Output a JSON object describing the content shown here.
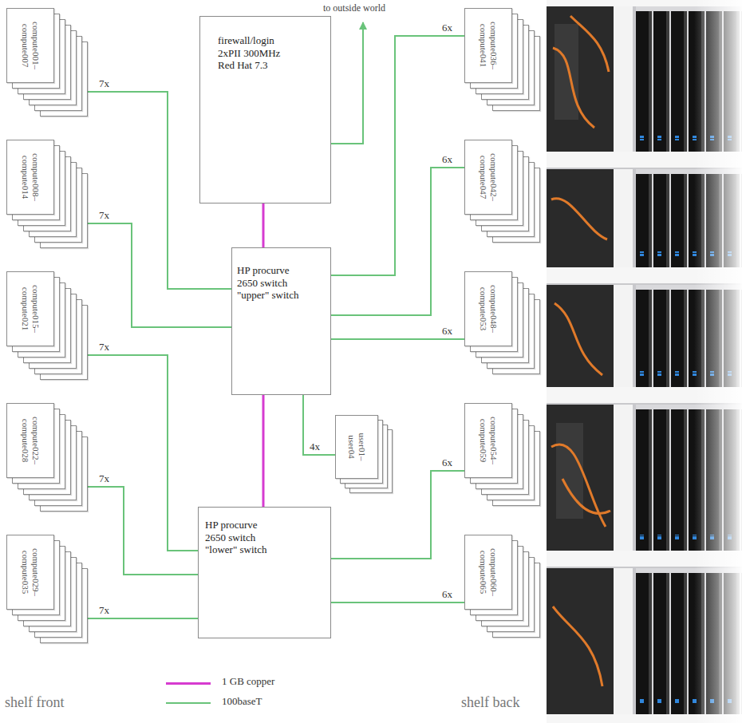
{
  "diagram": {
    "nodes": [
      {
        "text": [
          "compute001– compute007"
        ]
      },
      {
        "text": [
          "compute008– compute014"
        ]
      },
      {
        "text": [
          "compute015– compute021"
        ]
      },
      {
        "text": [
          "compute022– compute028"
        ]
      },
      {
        "text": [
          "compute029– compute035"
        ]
      },
      {
        "text": [
          "firewall/login 2xPII 300MHz Red Hat 7.3"
        ]
      },
      {
        "text": [
          "HP procurve 2650 switch \"upper\" switch"
        ]
      },
      {
        "text": [
          "user01– user04"
        ]
      },
      {
        "text": [
          "HP procurve 2650 switch \"lower\" switch"
        ]
      },
      {
        "text": [
          "compute036– compute041"
        ]
      },
      {
        "text": [
          "compute042– compute047"
        ]
      },
      {
        "text": [
          "compute048– compute053"
        ]
      },
      {
        "text": [
          "compute054– compute059"
        ]
      },
      {
        "text": [
          "compute060– compute065"
        ]
      }
    ],
    "edges": [
      {
        "from": 0,
        "to": 6,
        "label": "7x",
        "arrow": "none"
      },
      {
        "from": 1,
        "to": 6,
        "label": "7x",
        "arrow": "none"
      },
      {
        "from": 2,
        "to": 8,
        "label": "7x",
        "arrow": "none"
      },
      {
        "from": 3,
        "to": 8,
        "label": "7x",
        "arrow": "none"
      },
      {
        "from": 4,
        "to": 8,
        "label": "7x",
        "arrow": "none"
      },
      {
        "from": 9,
        "to": 6,
        "label": "6x",
        "arrow": "none"
      },
      {
        "from": 10,
        "to": 6,
        "label": "6x",
        "arrow": "none"
      },
      {
        "from": 11,
        "to": 6,
        "label": "6x",
        "arrow": "none"
      },
      {
        "from": 12,
        "to": 8,
        "label": "6x",
        "arrow": "none"
      },
      {
        "from": 13,
        "to": 8,
        "label": "6x",
        "arrow": "none"
      },
      {
        "from": 5,
        "to": 6,
        "arrow": "none"
      },
      {
        "from": 6,
        "to": 8,
        "arrow": "none"
      },
      {
        "from": 6,
        "to": 7,
        "label": "4x",
        "arrow": "none"
      }
    ],
    "labels": [
      "to outside world",
      "shelf front",
      "shelf back"
    ],
    "legend": [
      {
        "text": "1 GB copper",
        "color": "#d63bd0"
      },
      {
        "text": "100baseT",
        "color": "#69c37a"
      }
    ]
  }
}
